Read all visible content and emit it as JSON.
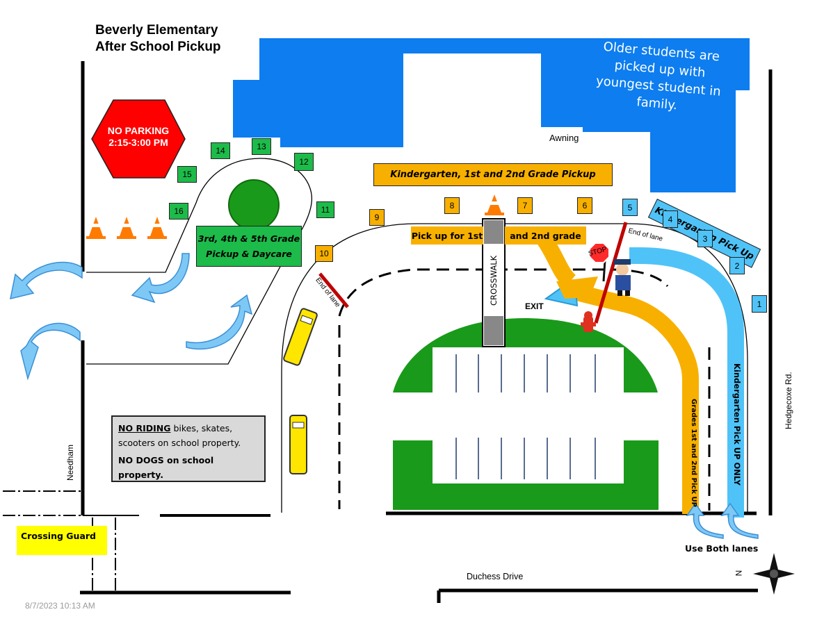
{
  "title": {
    "line1": "Beverly Elementary",
    "line2": "After School Pickup"
  },
  "older_students_note": "Older students are picked up with youngest student in family.",
  "awning": "Awning",
  "no_parking": {
    "line1": "NO PARKING",
    "line2": "2:15-3:00 PM"
  },
  "banners": {
    "k12_pickup": "Kindergarten, 1st and 2nd Grade Pickup",
    "k_pickup": "Kindergarten Pick Up",
    "pickup_1st": "Pick up for 1st",
    "pickup_2nd": "and 2nd grade",
    "grades345_line1": "3rd, 4th & 5th Grade",
    "grades345_line2": "Pickup & Daycare"
  },
  "spots_green": [
    "11",
    "12",
    "13",
    "14",
    "15",
    "16"
  ],
  "spots_orange": [
    "6",
    "7",
    "8",
    "9",
    "10"
  ],
  "spots_blue": [
    "1",
    "2",
    "3",
    "4",
    "5"
  ],
  "labels": {
    "end_of_lane": "End of lane",
    "crosswalk": "CROSSWALK",
    "exit": "EXIT",
    "stop": "STOP",
    "lane_grades12": "Grades 1st and 2nd Pick UP",
    "lane_k": "Kindergarten Pick UP ONLY",
    "use_both_lanes": "Use Both lanes",
    "hedgecoxe": "Hedgecoxe Rd.",
    "needham": "Needham",
    "duchess": "Duchess Drive",
    "compass_n": "N"
  },
  "rules": {
    "no_riding": "NO RIDING",
    "riding_rest": " bikes, skates, scooters on school property.",
    "no_dogs": "NO  DOGS on school property."
  },
  "crossing_guard": "Crossing Guard",
  "timestamp": "8/7/2023 10:13 AM",
  "colors": {
    "building": "#0d7df0",
    "grass": "#1a9a1a",
    "kinder_lane": "#4fc3f7",
    "grade12_lane": "#f8b000",
    "green_spot": "#1dbb4a",
    "no_parking": "#ff0000",
    "crossing_guard": "#ffff00",
    "note_box": "#d9d9d9"
  }
}
